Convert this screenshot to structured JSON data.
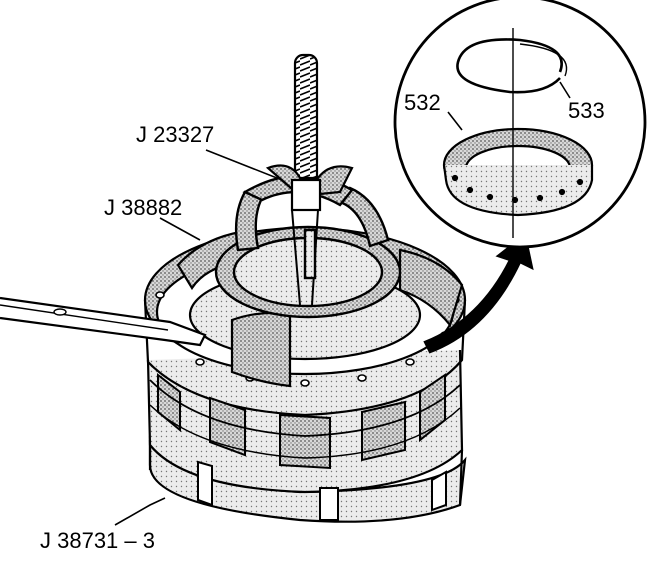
{
  "labels": {
    "tool_compressor": "J 23327",
    "tool_adapter": "J 38882",
    "tool_holder": "J 38731 – 3",
    "part_bearing": "532",
    "part_ring": "533"
  },
  "colors": {
    "ink": "#000000",
    "paper": "#ffffff",
    "shade": "#b9b9b9"
  }
}
